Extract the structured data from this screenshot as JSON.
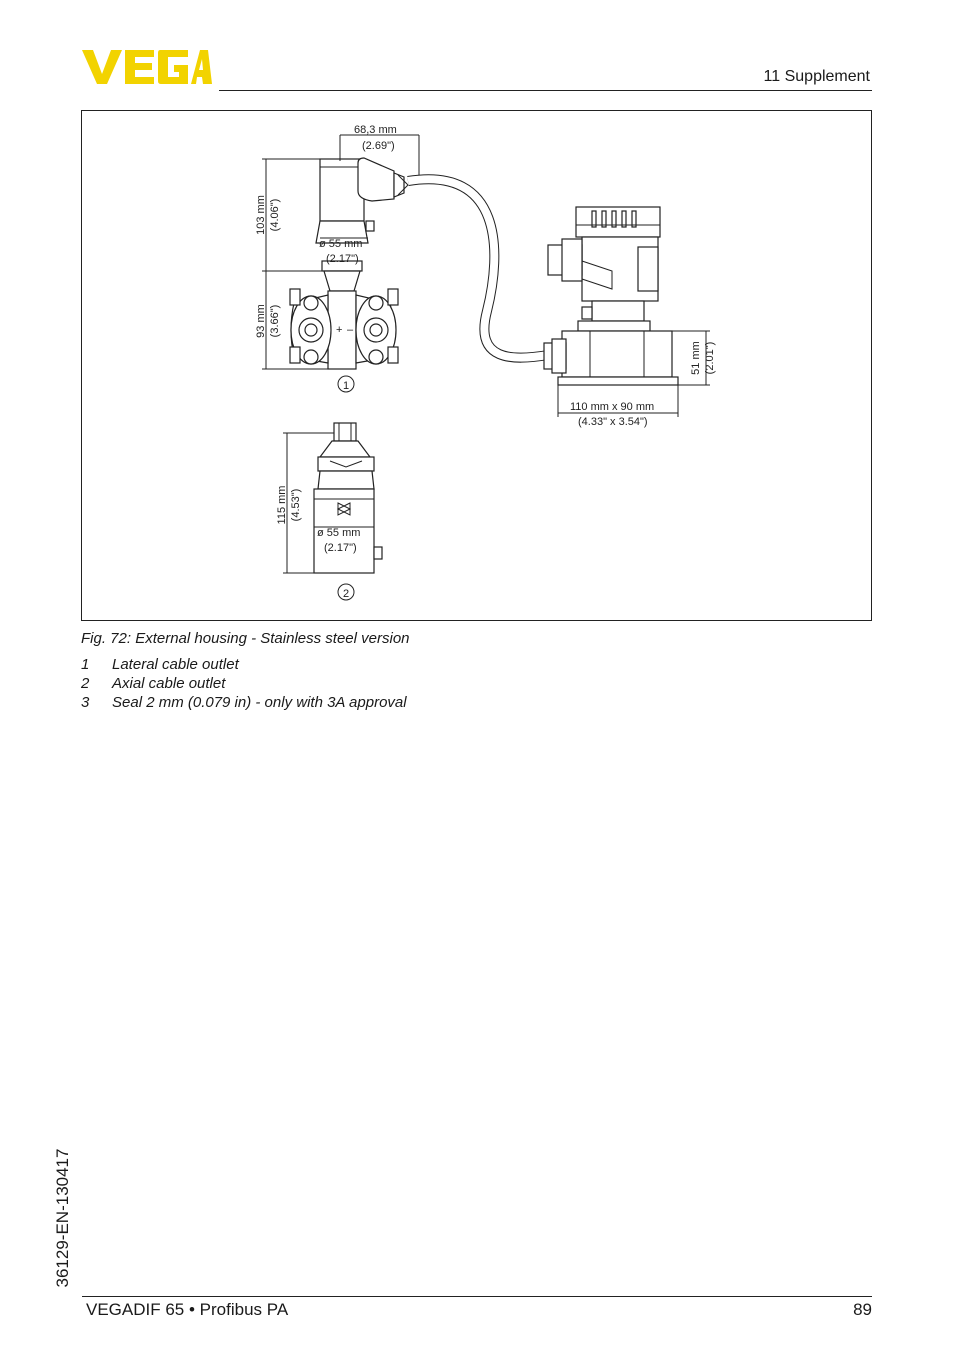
{
  "header": {
    "brand": "VEGA",
    "section": "11 Supplement",
    "brand_color": "#f2d300"
  },
  "figure": {
    "labels": {
      "top_width": "68,3 mm",
      "top_width_in": "(2.69\")",
      "height_upper": "103 mm",
      "height_upper_in": "(4.06\")",
      "dia_upper": "ø 55 mm",
      "dia_upper_in": "(2.17\")",
      "height_flange": "93 mm",
      "height_flange_in": "(3.66\")",
      "base_height": "51 mm",
      "base_height_in": "(2.01\")",
      "base_size": "110 mm x 90 mm",
      "base_size_in": "(4.33\" x 3.54\")",
      "height_axial": "115 mm",
      "height_axial_in": "(4.53\")",
      "dia_axial": "ø 55 mm",
      "dia_axial_in": "(2.17\")",
      "marker_1": "1",
      "marker_2": "2",
      "plus": "+",
      "minus": "–"
    }
  },
  "caption": "Fig. 72: External housing - Stainless steel version",
  "legend": [
    {
      "num": "1",
      "text": "Lateral cable outlet"
    },
    {
      "num": "2",
      "text": "Axial cable outlet"
    },
    {
      "num": "3",
      "text": "Seal 2 mm (0.079 in) - only with 3A approval"
    }
  ],
  "doc_id": "36129-EN-130417",
  "footer": {
    "title": "VEGADIF 65 • Profibus PA",
    "page": "89"
  }
}
